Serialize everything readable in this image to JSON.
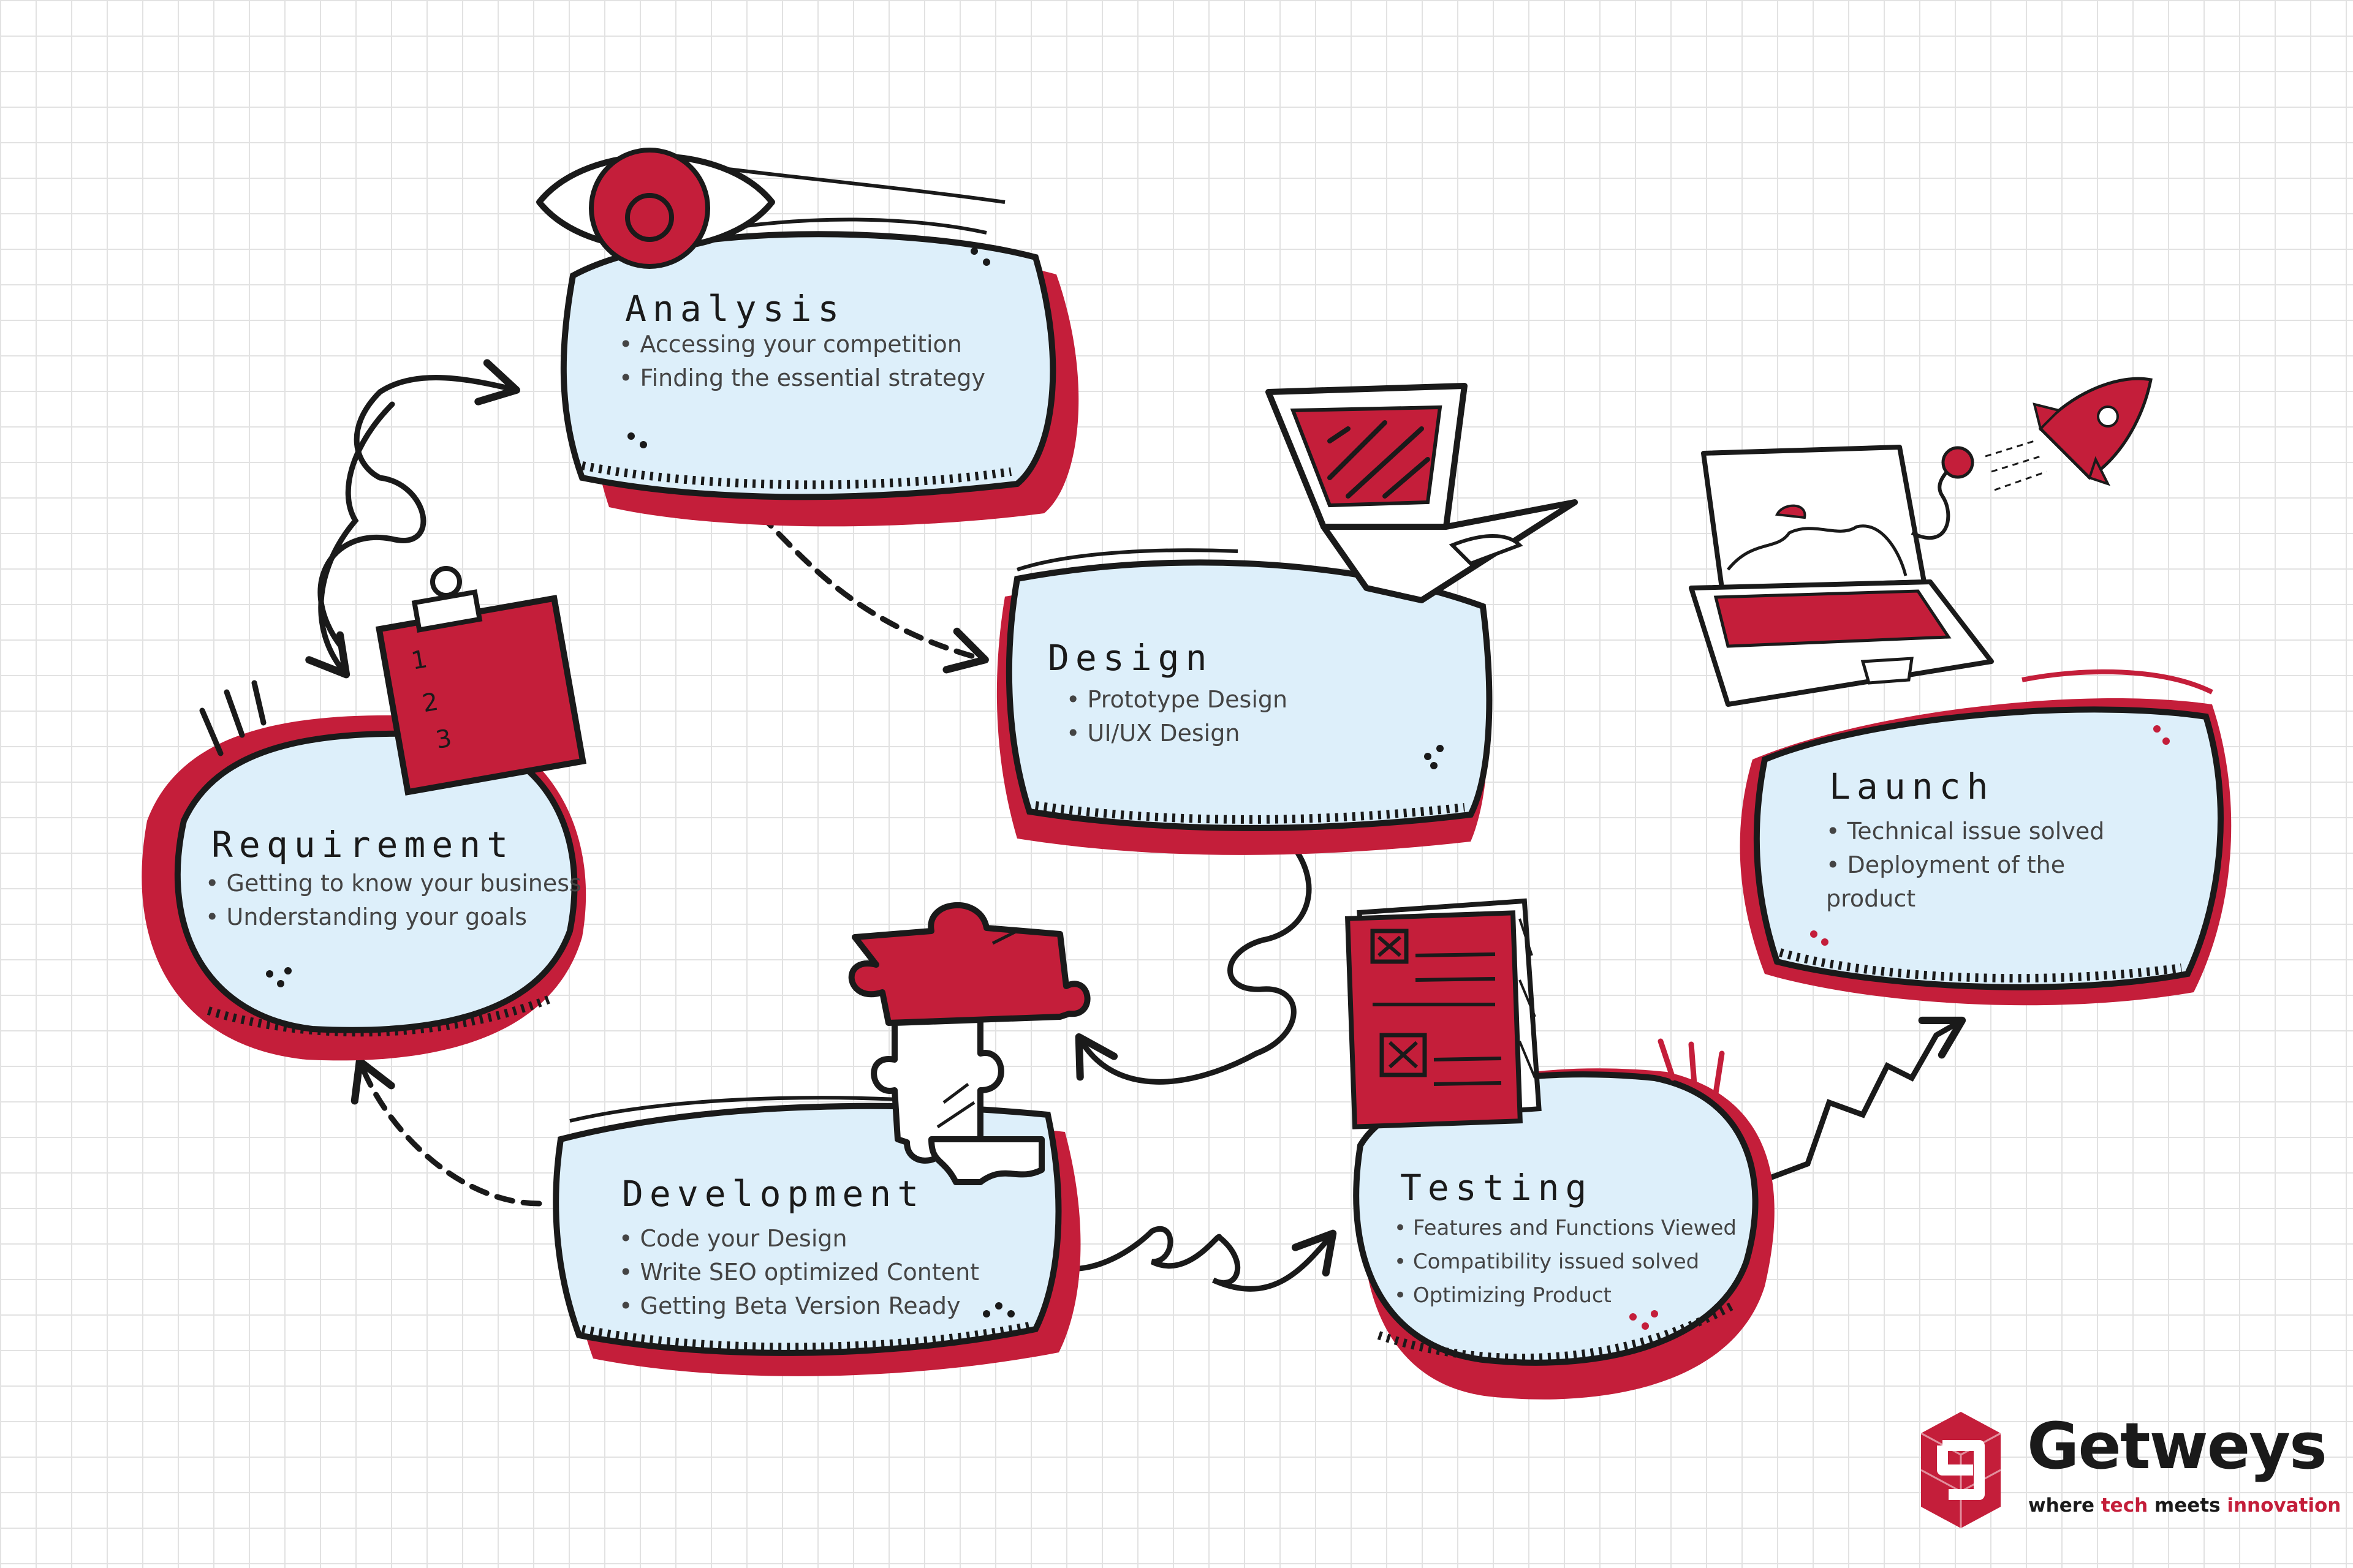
{
  "stages": {
    "analysis": {
      "label": "Analysis",
      "bullets": [
        "Accessing your competition",
        "Finding the essential strategy"
      ]
    },
    "design": {
      "label": "Design",
      "bullets": [
        "Prototype Design",
        "UI/UX Design"
      ]
    },
    "requirement": {
      "label": "Requirement",
      "bullets": [
        "Getting to know your business",
        "Understanding your goals"
      ]
    },
    "development": {
      "label": "Development",
      "bullets": [
        "Code your Design",
        "Write SEO optimized Content",
        "Getting Beta Version Ready"
      ]
    },
    "testing": {
      "label": "Testing",
      "bullets": [
        "Features and Functions Viewed",
        "Compatibility issued solved",
        "Optimizing Product"
      ]
    },
    "launch": {
      "label": "Launch",
      "bullets": [
        "Technical issue solved",
        "Deployment of the product"
      ]
    }
  },
  "clipboard_numbers": [
    "1",
    "2",
    "3"
  ],
  "logo": {
    "brand": "Getweys",
    "tagline_parts": [
      "where ",
      "tech",
      " meets ",
      "innovation"
    ]
  },
  "colors": {
    "accent": "#c41e3a",
    "bubble_fill": "#ddeffa",
    "ink": "#1a1a1a"
  },
  "icons": [
    "eye-icon",
    "laptop-icon",
    "clipboard-icon",
    "puzzle-icon",
    "checklist-icon",
    "rocket-laptop-icon",
    "getweys-logo-icon"
  ]
}
